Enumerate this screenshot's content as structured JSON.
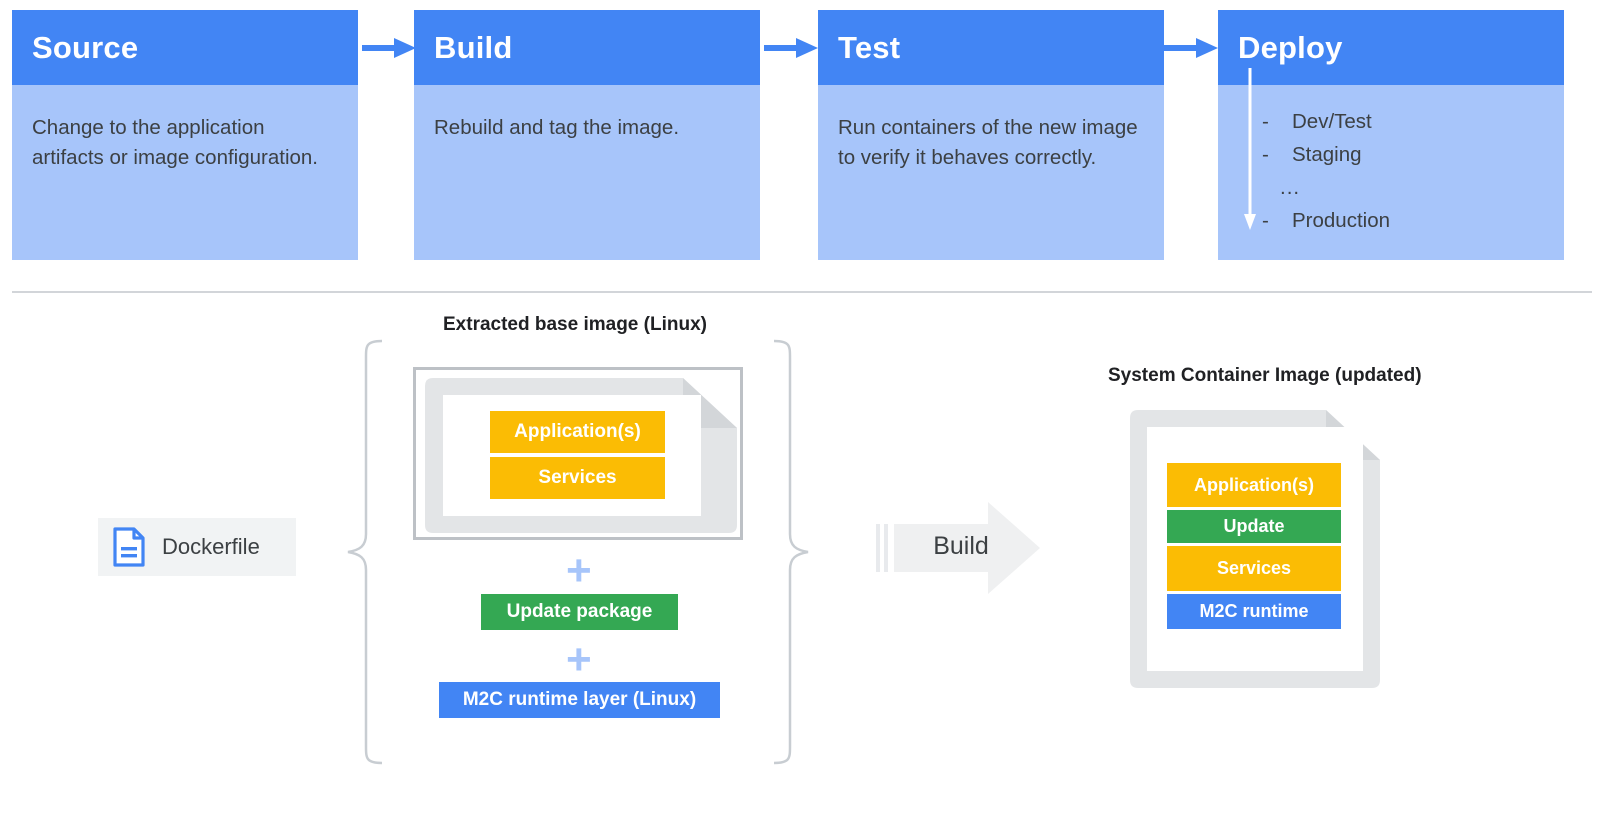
{
  "pipeline": {
    "stages": [
      {
        "title": "Source",
        "description": "Change to the application artifacts or image configuration."
      },
      {
        "title": "Build",
        "description": "Rebuild and tag the image."
      },
      {
        "title": "Test",
        "description": "Run containers of the new image to verify it behaves correctly."
      },
      {
        "title": "Deploy",
        "description": ""
      }
    ],
    "arrow_icon": "arrow-right-icon",
    "deploy_targets": [
      {
        "marker": "-",
        "label": "Dev/Test"
      },
      {
        "marker": "-",
        "label": "Staging"
      },
      {
        "marker": "...",
        "label": ""
      },
      {
        "marker": "-",
        "label": "Production"
      }
    ],
    "deploy_flow_icon": "arrow-down-icon"
  },
  "diagram": {
    "captions": {
      "base_image": "Extracted base image (Linux)",
      "output_image": "System Container Image (updated)"
    },
    "dockerfile": {
      "label": "Dockerfile",
      "icon": "document-icon"
    },
    "brace_left_icon": "curly-brace-left-icon",
    "brace_right_icon": "curly-brace-right-icon",
    "base_image_layers": [
      {
        "label": "Application(s)",
        "color": "#FBBC04"
      },
      {
        "label": "Services",
        "color": "#FBBC04"
      }
    ],
    "operators": [
      {
        "symbol": "+",
        "color": "#A7C5FA"
      },
      {
        "symbol": "+",
        "color": "#A7C5FA"
      }
    ],
    "added_layers": [
      {
        "label": "Update package",
        "color": "#34A853"
      },
      {
        "label": "M2C runtime layer (Linux)",
        "color": "#4285F4"
      }
    ],
    "build_action": {
      "label": "Build",
      "icon": "block-arrow-right-icon"
    },
    "output_layers": [
      {
        "label": "Application(s)",
        "color": "#FBBC04"
      },
      {
        "label": "Update",
        "color": "#34A853"
      },
      {
        "label": "Services",
        "color": "#FBBC04"
      },
      {
        "label": "M2C runtime",
        "color": "#4285F4"
      }
    ]
  },
  "colors": {
    "header_blue": "#4285F4",
    "body_blue": "#A7C5FA",
    "yellow": "#FBBC04",
    "green": "#34A853",
    "blue": "#4285F4",
    "gray_border": "#BDC1C6",
    "text_dark": "#3C4043"
  }
}
